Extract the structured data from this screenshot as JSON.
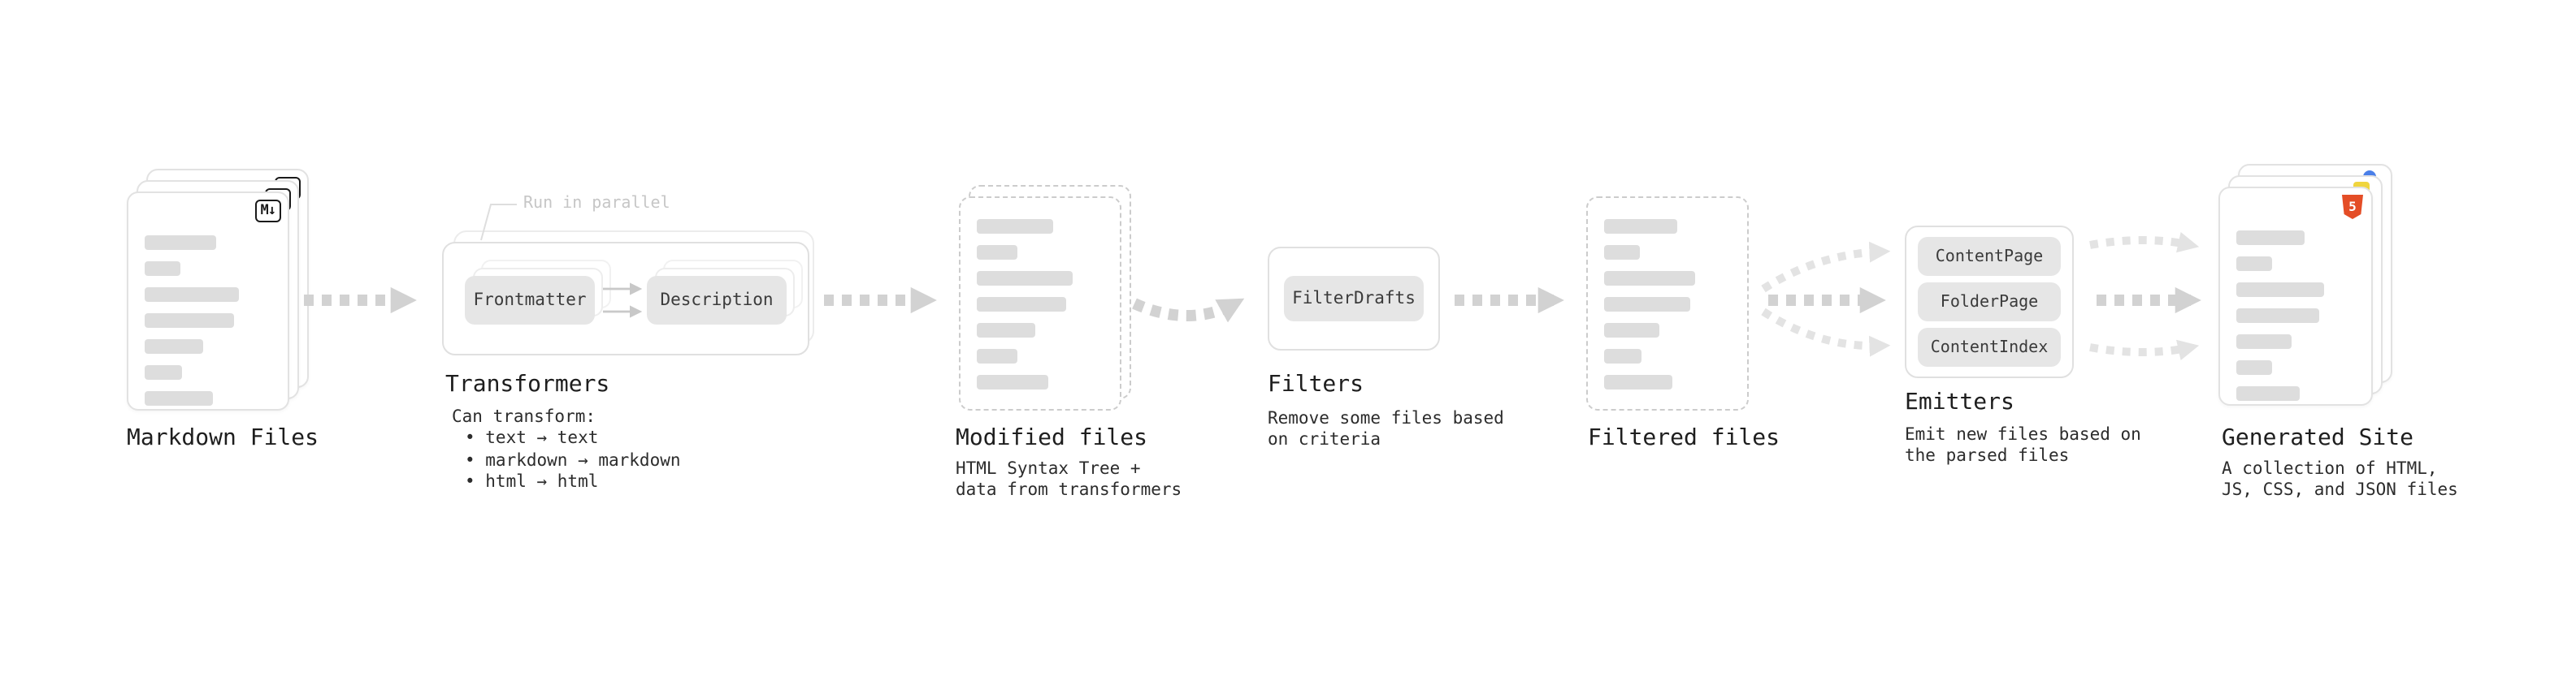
{
  "stages": {
    "markdown_files": {
      "label": "Markdown Files",
      "badge": "M↓"
    },
    "transformers": {
      "label": "Transformers",
      "note": "Run in parallel",
      "nodes": {
        "frontmatter": "Frontmatter",
        "description": "Description"
      },
      "desc_title": "Can transform:",
      "bullets": {
        "b1": "• text → text",
        "b2": "• markdown → markdown",
        "b3": "• html → html"
      }
    },
    "modified_files": {
      "label": "Modified files",
      "desc1": "HTML Syntax Tree +",
      "desc2": "data from transformers"
    },
    "filters": {
      "label": "Filters",
      "node": "FilterDrafts",
      "desc1": "Remove some files based",
      "desc2": "on criteria"
    },
    "filtered_files": {
      "label": "Filtered files"
    },
    "emitters": {
      "label": "Emitters",
      "nodes": {
        "n1": "ContentPage",
        "n2": "FolderPage",
        "n3": "ContentIndex"
      },
      "desc1": "Emit new files based on",
      "desc2": "the parsed files"
    },
    "generated_site": {
      "label": "Generated Site",
      "badge": "5",
      "desc1": "A collection of HTML,",
      "desc2": "JS, CSS, and JSON files"
    }
  },
  "colors": {
    "arrow": "#d2d2d2",
    "arrow_faint": "#e3e3e3",
    "html5_orange": "#e44d26",
    "js_yellow": "#f0d53e",
    "dot_blue": "#4a7fe8",
    "bar_gray": "#dddddd"
  }
}
